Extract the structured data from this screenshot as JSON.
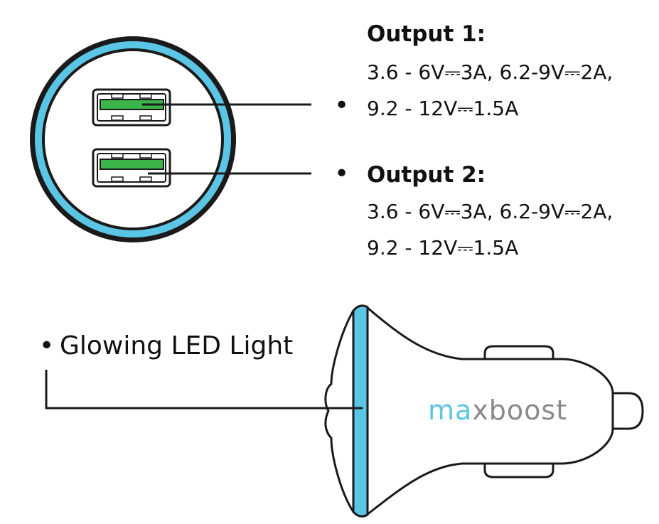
{
  "colors": {
    "accent_blue": "#5bc5e6",
    "usb_green": "#3bb54a",
    "outline": "#1a1a1a",
    "brand_gray": "#8a8a8a"
  },
  "outputs": [
    {
      "title": "Output 1:",
      "spec_line_1": "3.6 - 6V⎓3A, 6.2-9V⎓2A,",
      "spec_line_2": "9.2 - 12V⎓1.5A"
    },
    {
      "title": "Output 2:",
      "spec_line_1": "3.6 - 6V⎓3A, 6.2-9V⎓2A,",
      "spec_line_2": "9.2 - 12V⎓1.5A"
    }
  ],
  "led_label": "Glowing LED Light",
  "brand": {
    "part_1": "ma",
    "part_2": "xboost"
  },
  "bullet": "•"
}
